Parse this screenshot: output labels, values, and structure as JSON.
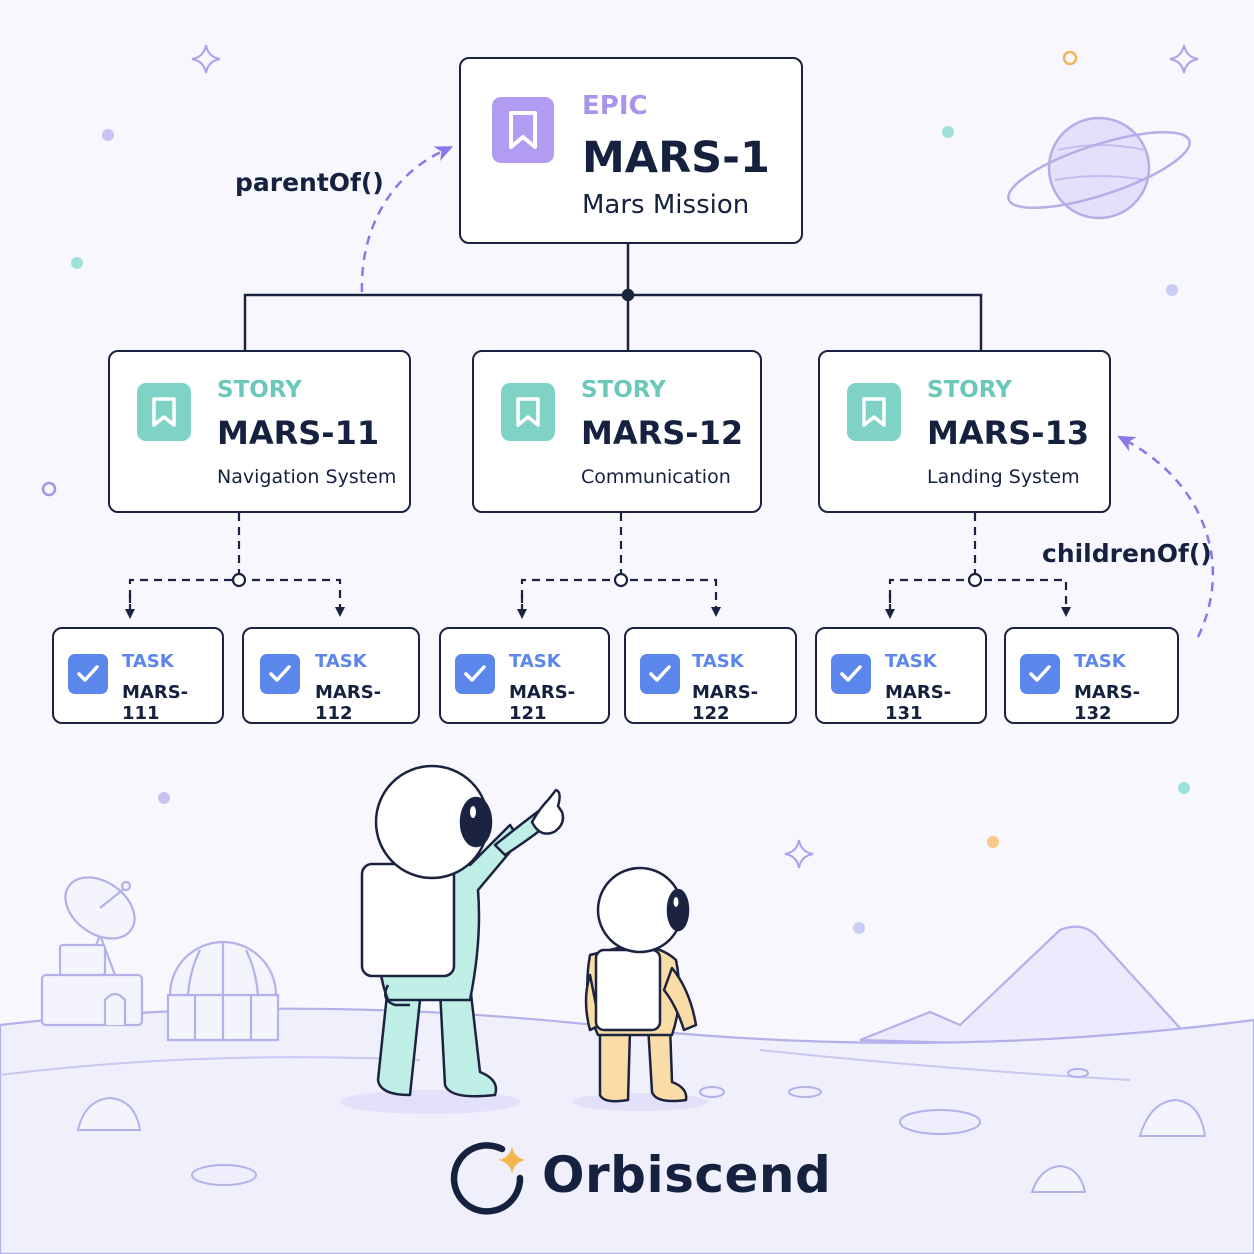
{
  "epic": {
    "type": "EPIC",
    "key": "MARS-1",
    "title": "Mars Mission"
  },
  "stories": [
    {
      "type": "STORY",
      "key": "MARS-11",
      "title": "Navigation System"
    },
    {
      "type": "STORY",
      "key": "MARS-12",
      "title": "Communication"
    },
    {
      "type": "STORY",
      "key": "MARS-13",
      "title": "Landing System"
    }
  ],
  "tasks": [
    {
      "type": "TASK",
      "key": "MARS-111"
    },
    {
      "type": "TASK",
      "key": "MARS-112"
    },
    {
      "type": "TASK",
      "key": "MARS-121"
    },
    {
      "type": "TASK",
      "key": "MARS-122"
    },
    {
      "type": "TASK",
      "key": "MARS-131"
    },
    {
      "type": "TASK",
      "key": "MARS-132"
    }
  ],
  "labels": {
    "parent": "parentOf()",
    "children": "childrenOf()"
  },
  "brand": {
    "name": "Orbiscend"
  },
  "colors": {
    "epic": "#b29cf1",
    "story": "#7fd3c6",
    "task": "#5b86ec",
    "ink": "#15213e",
    "dashed_arrow": "#8a78e6"
  },
  "icons": {
    "epic": "bookmark-icon",
    "story": "bookmark-icon",
    "task": "checkbox-checked-icon"
  }
}
